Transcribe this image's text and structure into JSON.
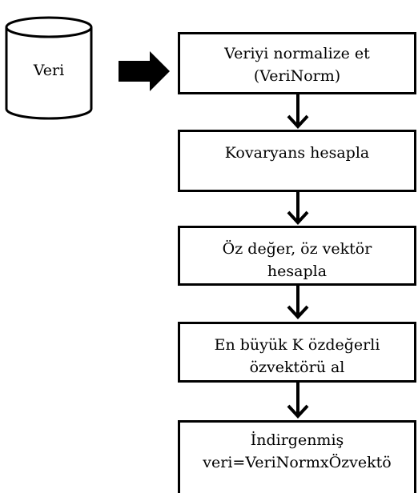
{
  "data_source": {
    "label": "Veri"
  },
  "steps": [
    {
      "lines": [
        "Veriyi normalize et",
        "(VeriNorm)"
      ]
    },
    {
      "lines": [
        "Kovaryans hesapla"
      ]
    },
    {
      "lines": [
        "Öz değer, öz vektör",
        "hesapla"
      ]
    },
    {
      "lines": [
        "En büyük K özdeğerli",
        "özvektörü al"
      ]
    },
    {
      "lines": [
        "İndirgenmiş",
        "veri=VeriNormxÖzvektö"
      ]
    }
  ],
  "colors": {
    "stroke": "#000000",
    "fill": "#ffffff"
  }
}
